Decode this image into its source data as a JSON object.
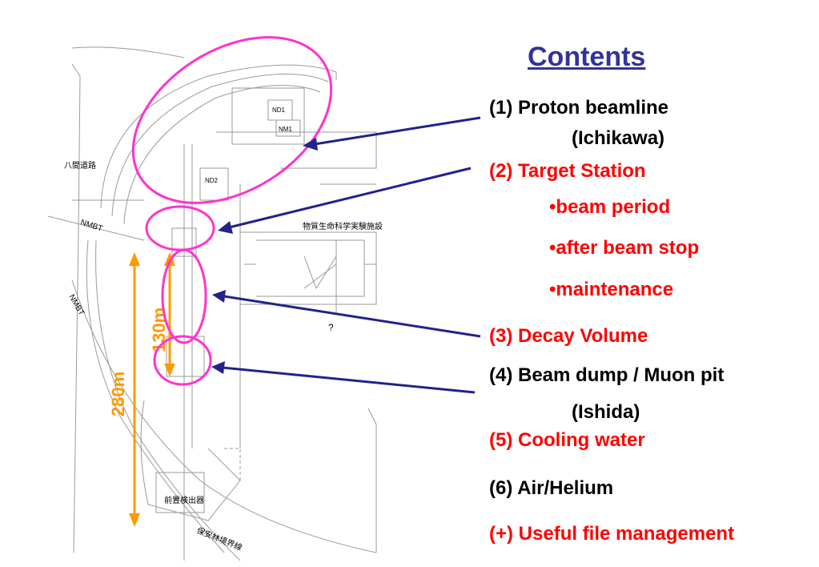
{
  "title": "Contents",
  "colors": {
    "title": "#333399",
    "red": "#ff0000",
    "black": "#000000",
    "magenta": "#ff33cc",
    "orange": "#ff9900",
    "arrow": "#22228a"
  },
  "items": [
    {
      "label": "(1) Proton beamline",
      "color": "black"
    },
    {
      "label": "(Ichikawa)",
      "color": "black"
    },
    {
      "label": "(2) Target Station",
      "color": "red"
    },
    {
      "label": "•beam period",
      "color": "red"
    },
    {
      "label": "•after beam stop",
      "color": "red"
    },
    {
      "label": "•maintenance",
      "color": "red"
    },
    {
      "label": "(3) Decay Volume",
      "color": "red"
    },
    {
      "label": "(4) Beam dump / Muon pit",
      "color": "black"
    },
    {
      "label": "(Ishida)",
      "color": "black"
    },
    {
      "label": "(5) Cooling water",
      "color": "red"
    },
    {
      "label": "(6) Air/Helium",
      "color": "black"
    },
    {
      "label": "(+) Useful file management",
      "color": "red"
    }
  ],
  "map_labels": {
    "road": "八間道路",
    "nmbt_1": "NMBT",
    "nmbt_2": "NMBT",
    "building": "物質生命科学実験施設",
    "nd1": "ND1",
    "nd2": "ND2",
    "nm1": "NM1",
    "detector": "前置検出器",
    "forest_line": "保安林境界線",
    "question": "?",
    "dim_130": "130m",
    "dim_280": "280m"
  }
}
